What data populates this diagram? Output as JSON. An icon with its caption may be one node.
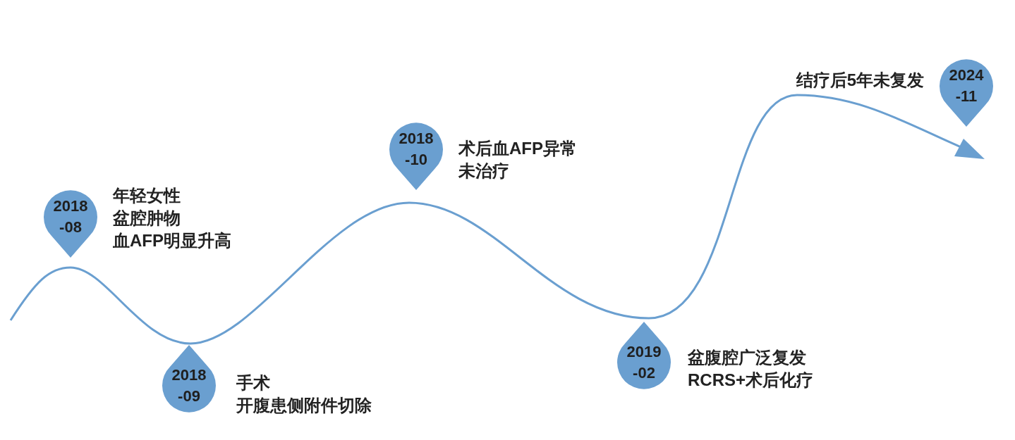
{
  "diagram": {
    "nodes": [
      {
        "text": [
          "2018 -08"
        ],
        "beside": [
          "年轻女性",
          "盆腔肿物",
          "血AFP明显升高"
        ]
      },
      {
        "text": [
          "2018 -09"
        ],
        "beside": [
          "手术",
          "开腹患侧附件切除"
        ]
      },
      {
        "text": [
          "2018 -10"
        ],
        "beside": [
          "术后血AFP异常",
          "未治疗"
        ]
      },
      {
        "text": [
          "2019 -02"
        ],
        "beside": [
          "盆腹腔广泛复发",
          "RCRS+术后化疗"
        ]
      },
      {
        "text": [
          "2024 -11"
        ],
        "beside": [
          "结疗后5年未复发"
        ]
      }
    ],
    "edges": []
  }
}
